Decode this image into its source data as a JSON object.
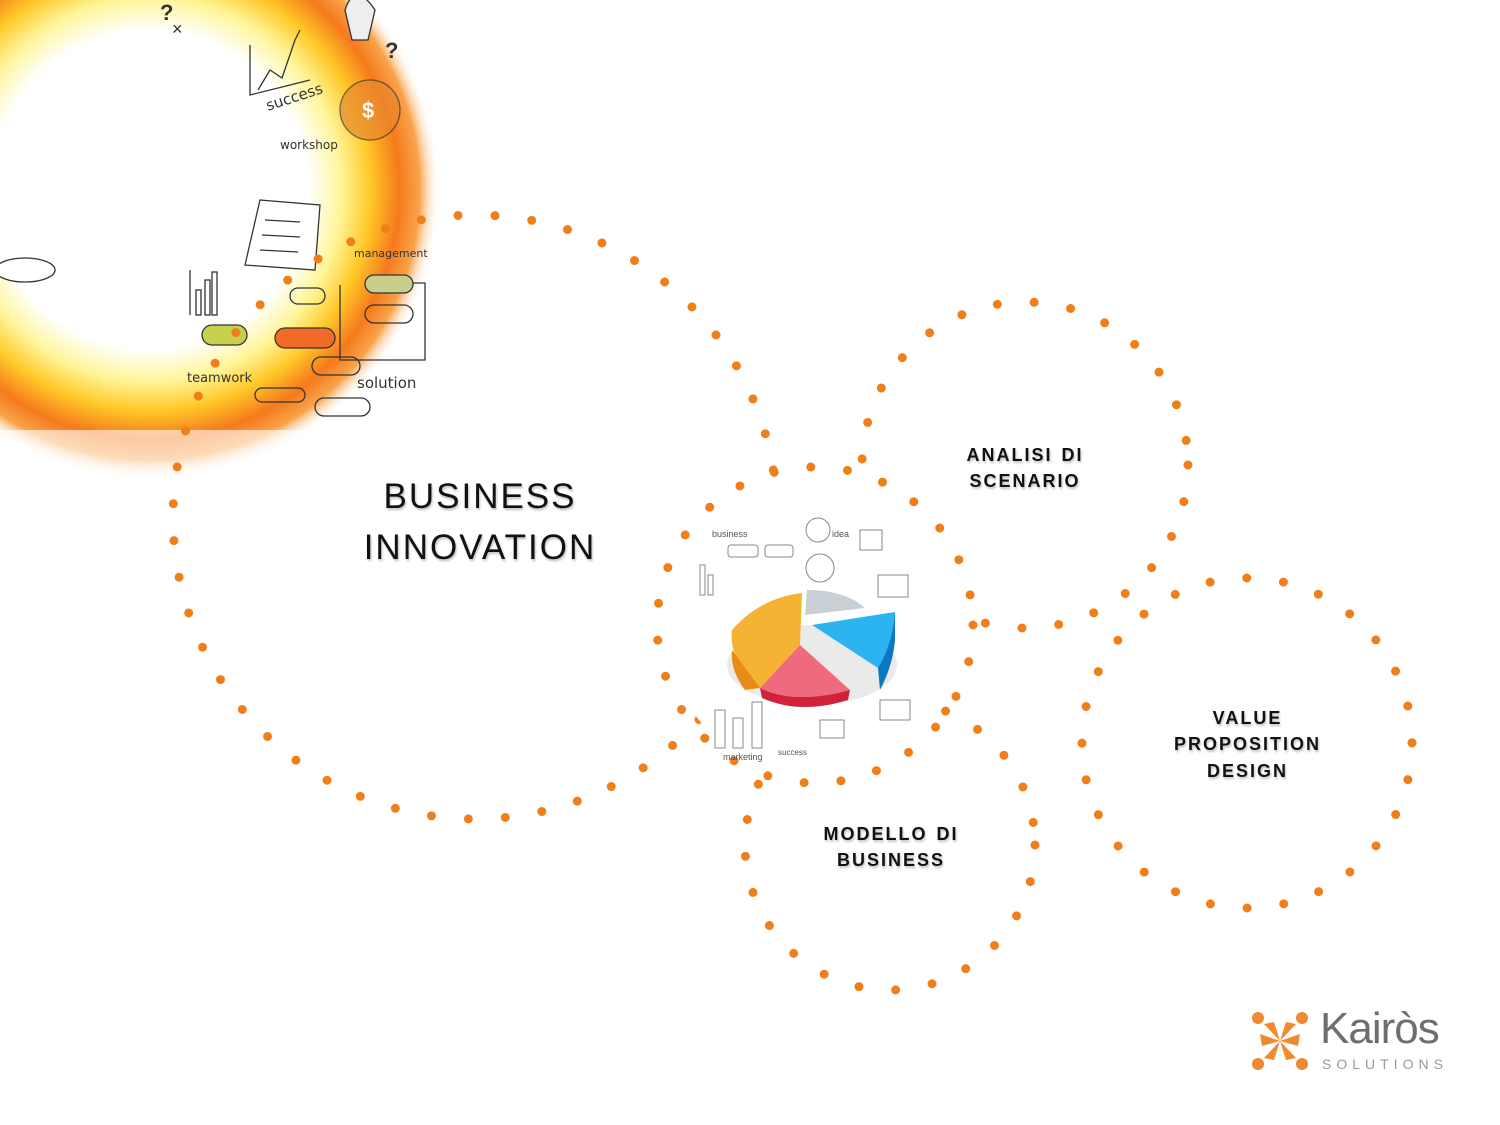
{
  "title": {
    "line1": "Business",
    "line2": "Innovation"
  },
  "nodes": {
    "analisi": {
      "line1": "Analisi di",
      "line2": "scenario"
    },
    "value": {
      "line1": "Value",
      "line2": "proposition",
      "line3": "design"
    },
    "modello": {
      "line1": "Modello di",
      "line2": "business"
    }
  },
  "doodles": {
    "success": "success",
    "workshop": "workshop",
    "management": "management",
    "teamwork": "teamwork",
    "solution": "solution"
  },
  "center_image": {
    "business": "business",
    "idea": "idea",
    "marketing": "marketing",
    "success": "success"
  },
  "logo": {
    "name": "Kairòs",
    "sub": "SOLUTIONS"
  },
  "colors": {
    "dots": "#f07f1a",
    "logo": "#ef8a2e"
  }
}
